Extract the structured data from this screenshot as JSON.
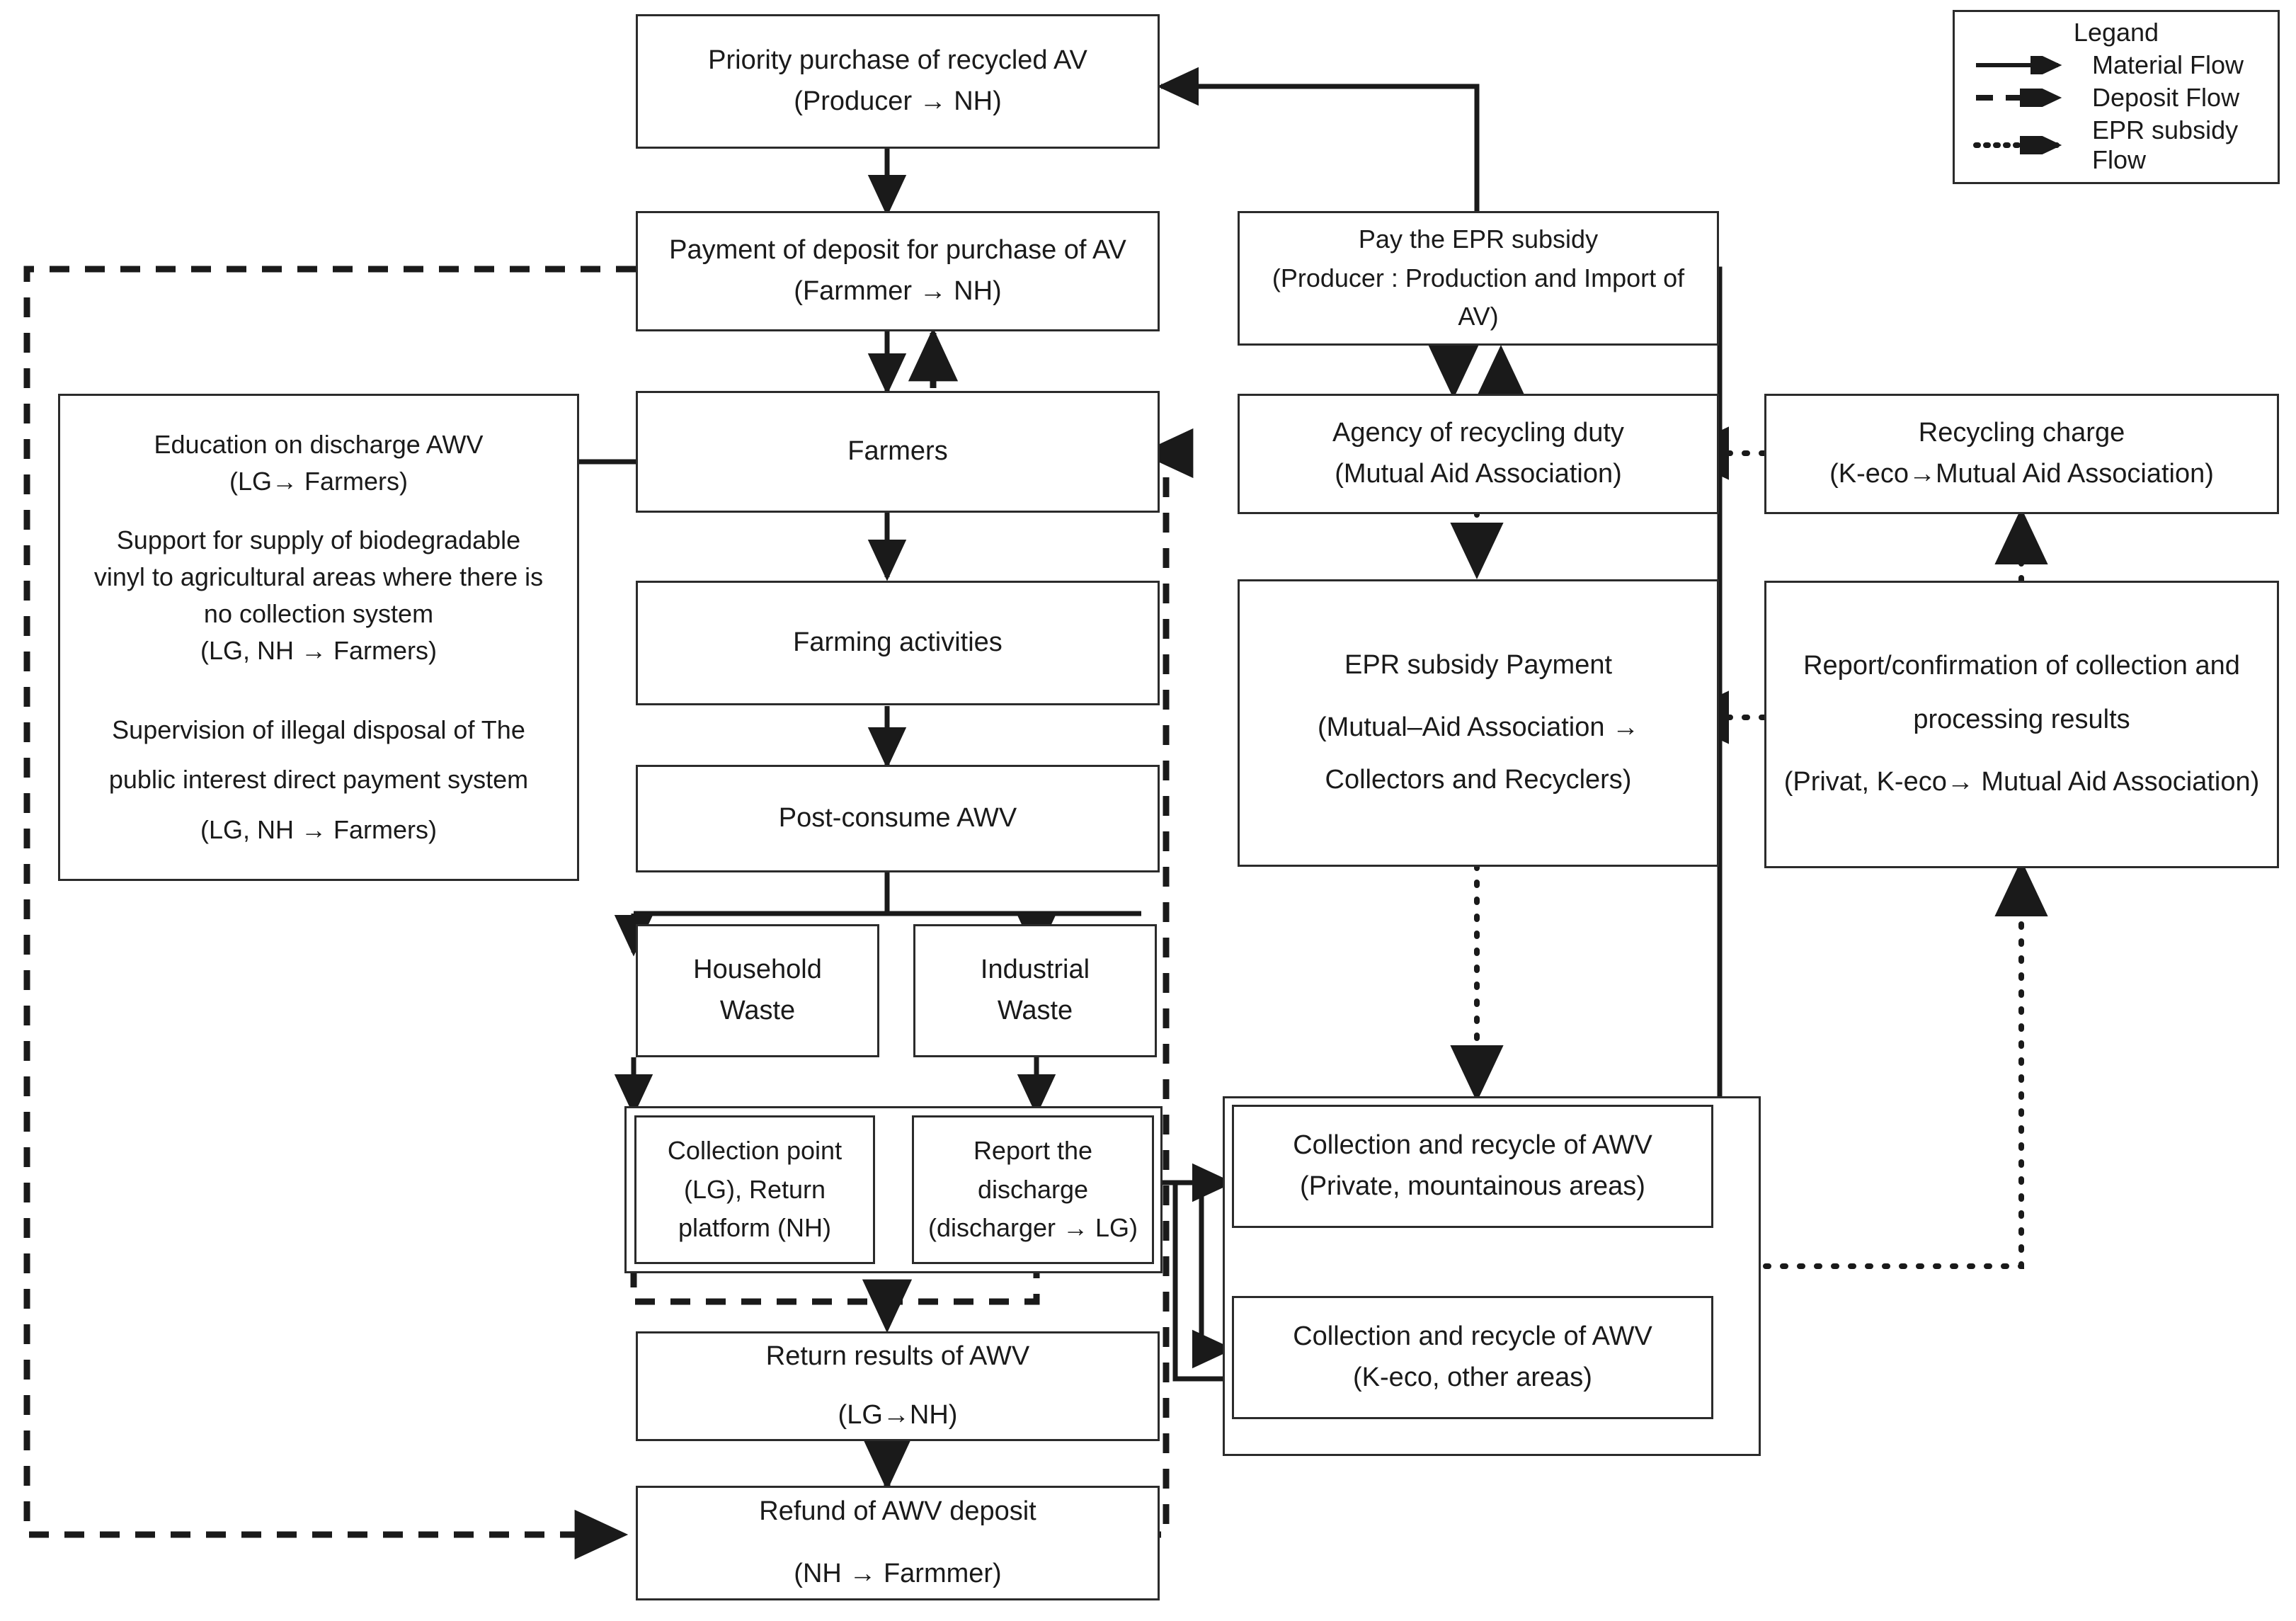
{
  "legend": {
    "title": "Legand",
    "items": [
      {
        "label": "Material Flow",
        "style": "solid",
        "icon": "solid-arrow-icon"
      },
      {
        "label": "Deposit Flow",
        "style": "dashed",
        "icon": "dashed-arrow-icon"
      },
      {
        "label": "EPR subsidy Flow",
        "style": "dotted",
        "icon": "dotted-arrow-icon"
      }
    ]
  },
  "nodes": {
    "priority_purchase": {
      "lines": [
        "Priority purchase of recycled AV",
        "(Producer → NH)"
      ]
    },
    "payment_deposit": {
      "lines": [
        "Payment of deposit for purchase of AV",
        "(Farmmer → NH)"
      ]
    },
    "farmers": {
      "lines": [
        "Farmers"
      ]
    },
    "farming_activities": {
      "lines": [
        "Farming activities"
      ]
    },
    "post_consume": {
      "lines": [
        "Post-consume AWV"
      ]
    },
    "household_waste": {
      "lines": [
        "Household",
        "Waste"
      ]
    },
    "industrial_waste": {
      "lines": [
        "Industrial",
        "Waste"
      ]
    },
    "collection_point": {
      "lines": [
        "Collection point",
        "(LG), Return",
        "platform (NH)"
      ]
    },
    "report_discharge": {
      "lines": [
        "Report the",
        "discharge",
        "(discharger → LG)"
      ]
    },
    "return_results": {
      "lines": [
        "Return results of  AWV",
        "(LG→NH)"
      ]
    },
    "refund_deposit": {
      "lines": [
        "Refund of AWV deposit",
        "(NH → Farmmer)"
      ]
    },
    "left_policies": {
      "lines": [
        "Education on discharge AWV",
        "(LG→ Farmers)",
        "",
        "Support for supply of biodegradable",
        "vinyl to agricultural areas where there is",
        "no collection system",
        "(LG, NH → Farmers)",
        "",
        "",
        "Supervision of illegal disposal of The",
        "public interest direct payment system",
        "",
        "(LG, NH → Farmers)"
      ]
    },
    "pay_epr_subsidy": {
      "lines": [
        "Pay the EPR subsidy",
        "(Producer : Production and Import of",
        "AV)"
      ]
    },
    "agency_recycling": {
      "lines": [
        "Agency of recycling duty",
        "(Mutual Aid Association)"
      ]
    },
    "epr_subsidy_payment": {
      "lines": [
        "EPR subsidy Payment",
        "",
        "(Mutual–Aid Association →",
        "",
        "Collectors and Recyclers)"
      ]
    },
    "collection_private": {
      "lines": [
        "Collection and recycle of AWV",
        "(Private, mountainous areas)"
      ]
    },
    "collection_keco": {
      "lines": [
        "Collection and recycle of AWV",
        "(K-eco, other areas)"
      ]
    },
    "recycling_charge": {
      "lines": [
        "Recycling charge",
        "(K-eco→Mutual Aid Association)"
      ]
    },
    "report_confirmation": {
      "lines": [
        "Report/confirmation of collection and",
        "processing results",
        "",
        "(Privat, K-eco→ Mutual Aid Association)"
      ]
    }
  },
  "colors": {
    "stroke": "#2b2b2b",
    "text": "#1a1a1a",
    "background": "#ffffff"
  }
}
